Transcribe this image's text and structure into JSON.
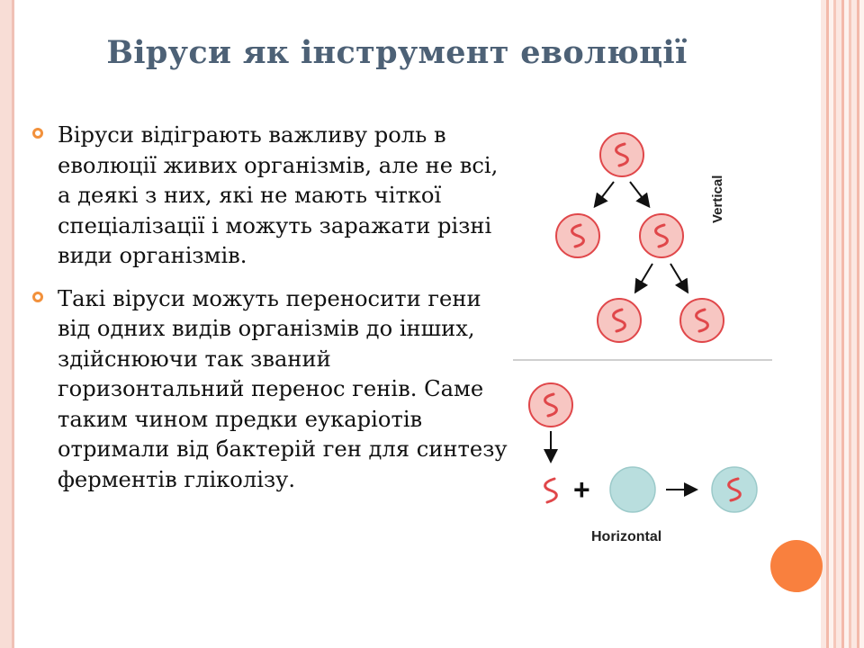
{
  "title": "Віруси як інструмент еволюції",
  "bullets": [
    "Віруси відіграють важливу роль в еволюції живих організмів, але не всі, а деякі з них, які не мають чіткої спеціалізації і можуть заражати різні види організмів.",
    "Такі віруси можуть переносити гени від одних видів організмів до інших, здійснюючи так званий горизонтальний перенос генів. Саме таким чином предки еукаріотів отримали від бактерій ген для синтезу ферментів гліколізу."
  ],
  "diagram": {
    "vertical_label": "Vertical",
    "horizontal_label": "Horizontal",
    "plus_sign": "+"
  },
  "colors": {
    "title": "#4d6176",
    "bullet_marker": "#f2913c",
    "virus_fill": "#f7c6c2",
    "virus_stroke": "#e0474a",
    "cell_fill": "#b9dede",
    "accent_dot": "#f9803e"
  }
}
